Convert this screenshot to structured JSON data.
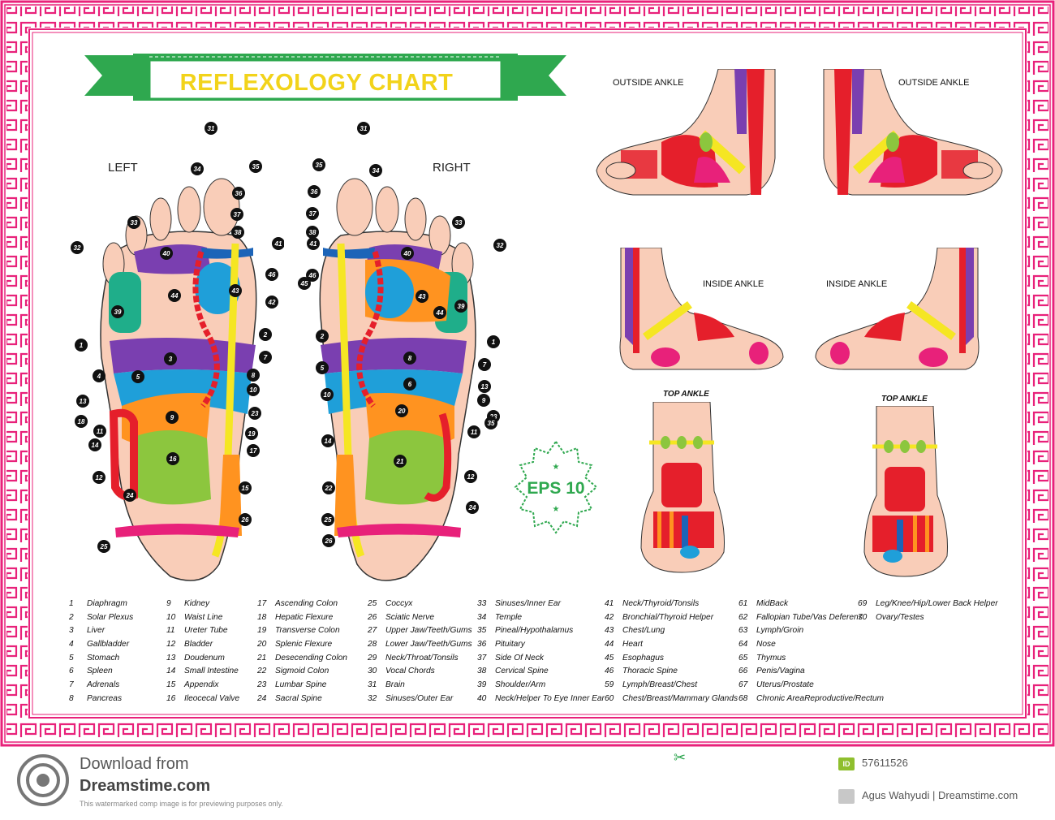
{
  "title": "REFLEXOLOGY CHART",
  "side_labels": {
    "left": "LEFT",
    "right": "RIGHT"
  },
  "views": {
    "outside_ankle": "OUTSIDE ANKLE",
    "inside_ankle": "INSIDE ANKLE",
    "top_ankle": "TOP ANKLE"
  },
  "badge": "EPS 10",
  "legend": [
    [
      [
        "1",
        "Diaphragm"
      ],
      [
        "2",
        "Solar Plexus"
      ],
      [
        "3",
        "Liver"
      ],
      [
        "4",
        "Gallbladder"
      ],
      [
        "5",
        "Stomach"
      ],
      [
        "6",
        "Spleen"
      ],
      [
        "7",
        "Adrenals"
      ],
      [
        "8",
        "Pancreas"
      ]
    ],
    [
      [
        "9",
        "Kidney"
      ],
      [
        "10",
        "Waist Line"
      ],
      [
        "11",
        "Ureter Tube"
      ],
      [
        "12",
        "Bladder"
      ],
      [
        "13",
        "Doudenum"
      ],
      [
        "14",
        "Small Intestine"
      ],
      [
        "15",
        "Appendix"
      ],
      [
        "16",
        "Ileocecal Valve"
      ]
    ],
    [
      [
        "17",
        "Ascending Colon"
      ],
      [
        "18",
        "Hepatic Flexure"
      ],
      [
        "19",
        "Transverse Colon"
      ],
      [
        "20",
        "Splenic Flexure"
      ],
      [
        "21",
        "Desecending Colon"
      ],
      [
        "22",
        "Sigmoid Colon"
      ],
      [
        "23",
        "Lumbar Spine"
      ],
      [
        "24",
        "Sacral Spine"
      ]
    ],
    [
      [
        "25",
        "Coccyx"
      ],
      [
        "26",
        "Sciatic Nerve"
      ],
      [
        "27",
        "Upper Jaw/Teeth/Gums"
      ],
      [
        "28",
        "Lower Jaw/Teeth/Gums"
      ],
      [
        "29",
        "Neck/Throat/Tonsils"
      ],
      [
        "30",
        "Vocal Chords"
      ],
      [
        "31",
        "Brain"
      ],
      [
        "32",
        "Sinuses/Outer Ear"
      ]
    ],
    [
      [
        "33",
        "Sinuses/Inner Ear"
      ],
      [
        "34",
        "Temple"
      ],
      [
        "35",
        "Pineal/Hypothalamus"
      ],
      [
        "36",
        "Pituitary"
      ],
      [
        "37",
        "Side Of Neck"
      ],
      [
        "38",
        "Cervical Spine"
      ],
      [
        "39",
        "Shoulder/Arm"
      ],
      [
        "40",
        "Neck/Helper To Eye  Inner Ear"
      ]
    ],
    [
      [
        "41",
        "Neck/Thyroid/Tonsils"
      ],
      [
        "42",
        "Bronchial/Thyroid Helper"
      ],
      [
        "43",
        "Chest/Lung"
      ],
      [
        "44",
        "Heart"
      ],
      [
        "45",
        "Esophagus"
      ],
      [
        "46",
        "Thoracic Spine"
      ],
      [
        "59",
        "Lymph/Breast/Chest"
      ],
      [
        "60",
        "Chest/Breast/Mammary Glands"
      ]
    ],
    [
      [
        "61",
        "MidBack"
      ],
      [
        "62",
        "Fallopian Tube/Vas Deferens"
      ],
      [
        "63",
        "Lymph/Groin"
      ],
      [
        "64",
        "Nose"
      ],
      [
        "65",
        "Thymus"
      ],
      [
        "66",
        "Penis/Vagina"
      ],
      [
        "67",
        "Uterus/Prostate"
      ],
      [
        "68",
        "Chronic AreaReproductive/Rectum"
      ]
    ],
    [
      [
        "69",
        "Leg/Knee/Hip/Lower Back Helper"
      ],
      [
        "70",
        "Ovary/Testes"
      ]
    ]
  ],
  "callouts": {
    "left_sole": [
      "31",
      "34",
      "35",
      "36",
      "37",
      "38",
      "41",
      "46",
      "42",
      "32",
      "33",
      "40",
      "39",
      "43",
      "44",
      "1",
      "2",
      "3",
      "7",
      "5",
      "4",
      "8",
      "10",
      "13",
      "18",
      "9",
      "23",
      "19",
      "11",
      "17",
      "14",
      "16",
      "12",
      "15",
      "24",
      "26",
      "25"
    ],
    "right_sole": [
      "31",
      "35",
      "34",
      "36",
      "37",
      "38",
      "41",
      "46",
      "45",
      "32",
      "33",
      "40",
      "44",
      "43",
      "39",
      "1",
      "2",
      "8",
      "7",
      "5",
      "6",
      "13",
      "10",
      "9",
      "20",
      "23",
      "35",
      "11",
      "14",
      "21",
      "12",
      "22",
      "24",
      "25",
      "26"
    ]
  },
  "footer": {
    "download_from": "Download from",
    "site": "Dreamstime.com",
    "note": "This watermarked comp image is for previewing purposes only.",
    "id_label": "ID",
    "id_number": "57611526",
    "author": "Agus Wahyudi | Dreamstime.com"
  },
  "colors": {
    "frame": "#e8217a",
    "banner": "#2fa84f",
    "title_text": "#f2d31a",
    "skin": "#f9cdb8",
    "badge_green": "#2fa84f"
  }
}
